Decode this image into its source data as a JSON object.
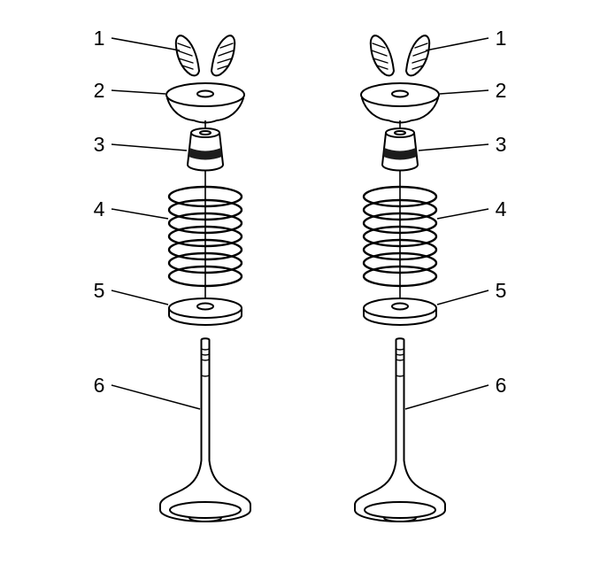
{
  "figure": {
    "background_color": "#ffffff",
    "line_color": "#000000",
    "seal_band_color": "#1c1c1c"
  },
  "assemblies": [
    {
      "side": "left",
      "callouts": [
        {
          "num": "1",
          "part": "valve-keepers"
        },
        {
          "num": "2",
          "part": "valve-spring-retainer"
        },
        {
          "num": "3",
          "part": "valve-stem-oil-seal"
        },
        {
          "num": "4",
          "part": "valve-spring"
        },
        {
          "num": "5",
          "part": "valve-spring-seat"
        },
        {
          "num": "6",
          "part": "valve"
        }
      ]
    },
    {
      "side": "right",
      "callouts": [
        {
          "num": "1",
          "part": "valve-keepers"
        },
        {
          "num": "2",
          "part": "valve-spring-retainer"
        },
        {
          "num": "3",
          "part": "valve-stem-oil-seal"
        },
        {
          "num": "4",
          "part": "valve-spring"
        },
        {
          "num": "5",
          "part": "valve-spring-seat"
        },
        {
          "num": "6",
          "part": "valve"
        }
      ]
    }
  ]
}
